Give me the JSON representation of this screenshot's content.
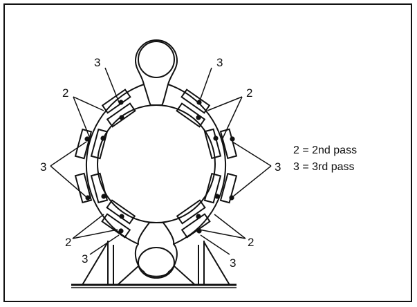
{
  "diagram": {
    "callouts": {
      "top_left_3": "3",
      "top_right_3": "3",
      "upper_left_2": "2",
      "upper_right_2": "2",
      "mid_left_3": "3",
      "mid_right_3": "3",
      "lower_left_2": "2",
      "lower_right_2": "2",
      "bottom_left_3": "3",
      "bottom_right_3": "3"
    },
    "legend": [
      {
        "text": "2 = 2nd pass"
      },
      {
        "text": "3 = 3rd pass"
      }
    ]
  }
}
